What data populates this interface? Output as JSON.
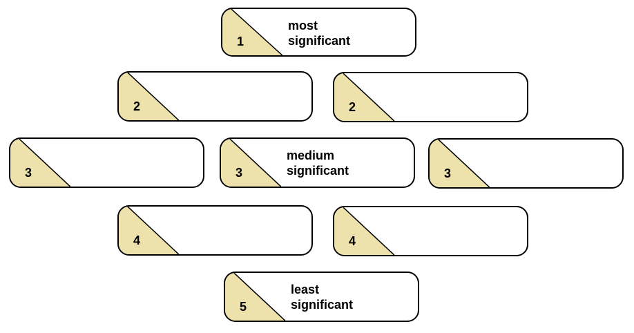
{
  "colors": {
    "triangle_fill": "#EDE1AC",
    "outline": "#000000",
    "box_fill": "#FFFFFF",
    "text": "#000000"
  },
  "boxes": [
    {
      "number": "1",
      "label_line1": "most",
      "label_line2": "significant"
    },
    {
      "number": "2",
      "label_line1": "",
      "label_line2": ""
    },
    {
      "number": "2",
      "label_line1": "",
      "label_line2": ""
    },
    {
      "number": "3",
      "label_line1": "",
      "label_line2": ""
    },
    {
      "number": "3",
      "label_line1": "medium",
      "label_line2": "significant"
    },
    {
      "number": "3",
      "label_line1": "",
      "label_line2": ""
    },
    {
      "number": "4",
      "label_line1": "",
      "label_line2": ""
    },
    {
      "number": "4",
      "label_line1": "",
      "label_line2": ""
    },
    {
      "number": "5",
      "label_line1": "least",
      "label_line2": "significant"
    }
  ]
}
